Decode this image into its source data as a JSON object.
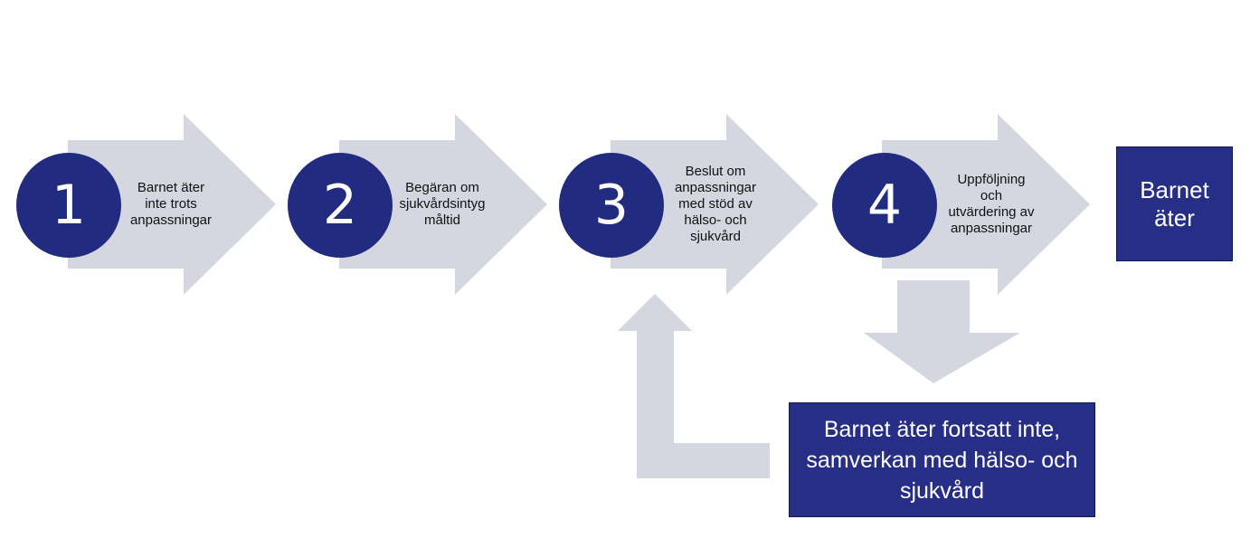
{
  "colors": {
    "arrow": "#d5d7e0",
    "circle": "#212b80",
    "box": "#262e85",
    "number_text": "#ffffff",
    "label_text": "#111111"
  },
  "steps": [
    {
      "number": "1",
      "label": "Barnet äter\ninte trots\nanpassningar"
    },
    {
      "number": "2",
      "label": "Begäran om\nsjukvårdsintyg\nmåltid"
    },
    {
      "number": "3",
      "label": "Beslut om\nanpassningar\nmed stöd av\nhälso- och\nsjukvård"
    },
    {
      "number": "4",
      "label": "Uppföljning\noch\nutvärdering av\nanpassningar"
    }
  ],
  "outcomes": {
    "success": "Barnet\näter",
    "failure": "Barnet äter fortsatt inte,\nsamverkan med hälso- och\nsjukvård"
  }
}
